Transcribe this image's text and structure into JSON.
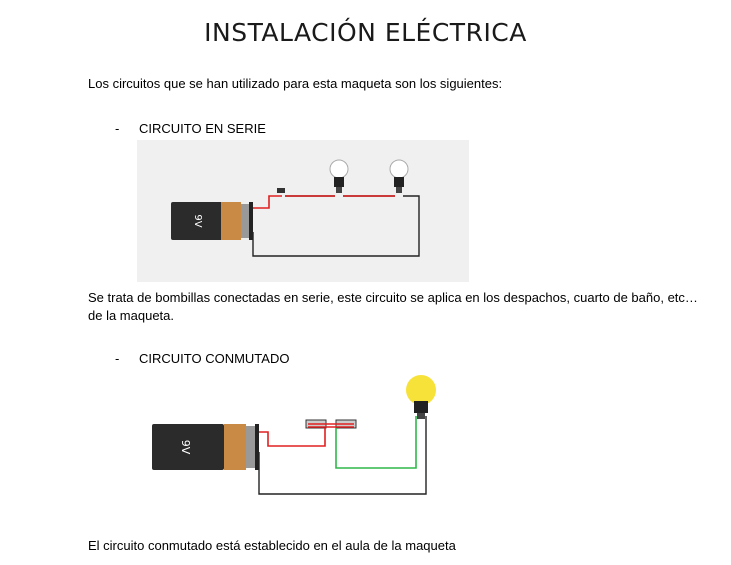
{
  "title": "INSTALACIÓN ELÉCTRICA",
  "intro": "Los circuitos que se han utilizado para esta maqueta son los siguientes:",
  "sections": [
    {
      "bullet": "-",
      "heading": "CIRCUITO EN SERIE"
    },
    {
      "bullet": "-",
      "heading": "CIRCUITO CONMUTADO"
    }
  ],
  "serie_description": "Se trata de bombillas conectadas en serie, este circuito se aplica en los despachos, cuarto de baño, etc…de la maqueta.",
  "conmutado_description": "El circuito conmutado está establecido en el aula de la maqueta",
  "battery_label": "9V",
  "colors": {
    "wire_red": "#e02020",
    "wire_black": "#222222",
    "wire_green": "#2fb84a",
    "battery_body": "#2b2b2b",
    "battery_top": "#c98a45",
    "bulb_lit": "#f7e23a"
  }
}
